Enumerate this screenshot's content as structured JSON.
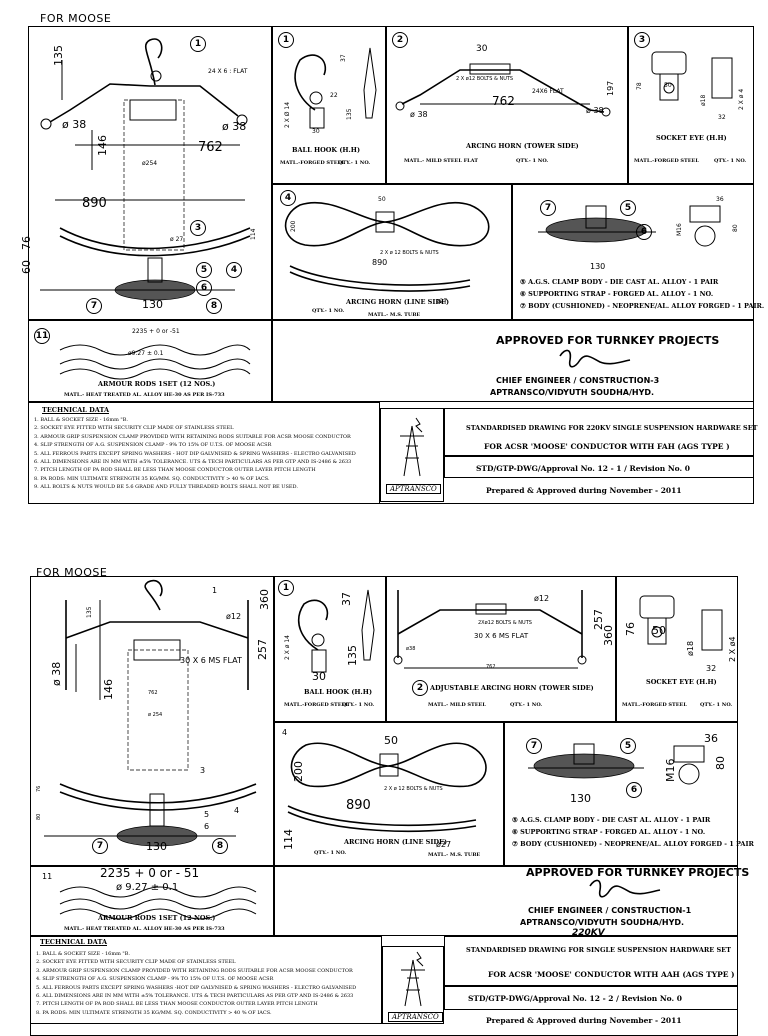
{
  "sheet1": {
    "title": "FOR MOOSE",
    "assembly_dims": {
      "a": "135",
      "b": "24 X 6  : FLAT",
      "c": "ø 38",
      "d": "ø 38",
      "e": "146",
      "f": "762",
      "g": "ø254",
      "h": "890",
      "i": "60",
      "j": "76",
      "k": "114",
      "l": "130",
      "m": "ø 27"
    },
    "ball_hook": {
      "num": "1",
      "dims": [
        "2 X Ø 14",
        "37",
        "135",
        "30",
        "22"
      ],
      "caption": "BALL HOOK (H.H)",
      "matl": "MATL.-FORGED STEEL",
      "qty": "QTY.- 1 NO."
    },
    "arcing_tower": {
      "num": "2",
      "dims": [
        "30",
        "2 X ø12 BOLTS & NUTS",
        "762",
        "24X6  FLAT",
        "197",
        "ø 38",
        "ø 38"
      ],
      "caption": "ARCING HORN (TOWER SIDE)",
      "matl": "MATL.- MILD STEEL FLAT",
      "qty": "QTY.- 1 NO."
    },
    "socket_eye": {
      "num": "3",
      "dims": [
        "78",
        "50",
        "ø18",
        "32",
        "2 X ø 4"
      ],
      "caption": "SOCKET EYE (H.H)",
      "matl": "MATL.-FORGED STEEL",
      "qty": "QTY.- 1 NO."
    },
    "arcing_line": {
      "num": "4",
      "dims": [
        "50",
        "200",
        "890",
        "2 X ø 12 BOLTS & NUTS",
        "ø27"
      ],
      "caption": "ARCING HORN (LINE SIDE)",
      "qty": "QTY.- 1 NO.",
      "matl": "MATL.- M.S. TUBE"
    },
    "clamp": {
      "dims": [
        "36",
        "M16",
        "80",
        "130"
      ],
      "items": [
        "⑤ A.G.S. CLAMP BODY - DIE CAST AL. ALLOY - 1 PAIR",
        "⑥ SUPPORTING STRAP - FORGED AL. ALLOY - 1 NO.",
        "⑦ BODY (CUSHIONED) - NEOPRENE/AL. ALLOY FORGED - 1 PAIR."
      ]
    },
    "armour": {
      "num": "11",
      "dim1": "2235 + 0  or  -51",
      "dim2": "ø9.27 ± 0.1",
      "caption": "ARMOUR RODS 1SET (12 NOS.)",
      "matl": "MATL.- HEAT TREATED AL. ALLOY HE-30 AS PER IS-733"
    },
    "approval": {
      "line1": "APPROVED FOR TURNKEY PROJECTS",
      "line2": "CHIEF ENGINEER / CONSTRUCTION-3",
      "line3": "APTRANSCO/VIDYUTH SOUDHA/HYD."
    },
    "technical": {
      "heading": "TECHNICAL DATA",
      "items": [
        "1. BALL & SOCKET SIZE - 16mm \"B.",
        "2. SOCKET EYE FITTED WITH SECURITY CLIP MADE OF STAINLESS STEEL",
        "3. ARMOUR GRIP SUSPENSION CLAMP PROVIDED WITH RETAINING RODS SUITABLE FOR ACSR MOOSE CONDUCTOR",
        "4. SLIP STRENGTH OF A.G. SUSPENSION CLAMP - 9% TO 15% OF U.T.S. OF MOOSE ACSR",
        "5. ALL FERROUS PARTS EXCEPT SPRING WASHERS - HOT DIP GALVNISED & SPRING WASHERS - ELECTRO GALVANISED",
        "6. ALL DIMENSIONS ARE IN MM WITH ±5% TOLERANCE. UTS & TECH PARTICULARS AS PER GTP AND IS-2486 & 2633",
        "7. PITCH LENGTH OF PA ROD SHALL BE LESS THAN MOOSE CONDUCTOR OUTER LAYER PITCH LENGTH",
        "8. PA RODS: MIN ULTIMATE STRENGTH 35 KG/MM. SQ. CONDUCTIVITY > 40 % OF IACS.",
        "9. ALL BOLTS & NUTS WOULD BE 5.6 GRADE AND FULLY THREADED BOLTS SHALL NOT BE USED."
      ]
    },
    "logo": "APTRANSCO",
    "std_line1": "STANDARDISED DRAWING FOR 220KV SINGLE SUSPENSION HARDWARE SET",
    "std_line2": "FOR ACSR 'MOOSE' CONDUCTOR WITH FAH (AGS TYPE )",
    "std_line3": "STD/GTP-DWG/Approval No.   12 - 1   / Revision No. 0",
    "std_line4": "Prepared & Approved during November - 2011"
  },
  "sheet2": {
    "title": "FOR MOOSE",
    "assembly_dims": {
      "a": "135",
      "b": "ø12",
      "c": "360",
      "d": "257",
      "e": "30 X 6 MS FLAT",
      "f": "ø 38",
      "g": "146",
      "h": "762",
      "i": "ø 254",
      "j": "76",
      "k": "80",
      "l": "130"
    },
    "ball_hook": {
      "dims": [
        "2 X ø 14",
        "37",
        "135",
        "30"
      ],
      "caption": "BALL HOOK (H.H)",
      "matl": "MATL.-FORGED STEEL",
      "qty": "QTY.- 1 NO."
    },
    "arcing_tower": {
      "num": "2",
      "dims": [
        "ø12",
        "2Xø12 BOLTS & NUTS",
        "30 X 6 MS FLAT",
        "257",
        "360",
        "ø38",
        "762"
      ],
      "caption": "ADJUSTABLE ARCING HORN (TOWER SIDE)",
      "matl": "MATL.- MILD STEEL",
      "qty": "QTY.- 1 NO."
    },
    "socket_eye": {
      "dims": [
        "76",
        "50",
        "ø18",
        "32",
        "2 X ø4"
      ],
      "caption": "SOCKET EYE (H.H)",
      "matl": "MATL.-FORGED STEEL",
      "qty": "QTY.- 1 NO."
    },
    "arcing_line": {
      "num": "4",
      "dims": [
        "50",
        "200",
        "890",
        "2 X ø 12 BOLTS & NUTS",
        "114",
        "ø27"
      ],
      "caption": "ARCING HORN (LINE SIDE)",
      "qty": "QTY.- 1 NO.",
      "matl": "MATL.- M.S. TUBE"
    },
    "clamp": {
      "dims": [
        "36",
        "M16",
        "80",
        "130"
      ],
      "items": [
        "⑤ A.G.S. CLAMP BODY - DIE CAST AL. ALLOY - 1 PAIR",
        "⑥ SUPPORTING STRAP - FORGED AL. ALLOY - 1 NO.",
        "⑦ BODY (CUSHIONED) - NEOPRENE/AL. ALLOY FORGED - 1 PAIR"
      ]
    },
    "armour": {
      "num": "11",
      "dim1": "2235 + 0  or  - 51",
      "dim2": "ø 9.27 ± 0.1",
      "caption": "ARMOUR RODS 1SET (12 NOS.)",
      "matl": "MATL.- HEAT TREATED AL. ALLOY HE-30 AS PER IS-733"
    },
    "approval": {
      "line1": "APPROVED FOR TURNKEY PROJECTS",
      "line2": "CHIEF ENGINEER / CONSTRUCTION-1",
      "line3": "APTRANSCO/VIDYUTH SOUDHA/HYD.",
      "handwritten": "220KV"
    },
    "technical": {
      "heading": "TECHNICAL DATA",
      "items": [
        "1. BALL & SOCKET SIZE - 16mm \"B.",
        "2. SOCKET EYE FITTED WITH SECURITY CLIP MADE OF STAINLESS STEEL",
        "3. ARMOUR GRIP SUSPENSION CLAMP PROVIDED WITH RETAINING RODS SUITABLE FOR ACSR MOOSE CONDUCTOR",
        "4. SLIP STRENGTH OF A.G. SUSPENSION CLAMP - 9% TO 15% OF U.T.S. OF MOOSE ACSR",
        "5. ALL FERROUS PARTS EXCEPT SPRING WASHERS -HOT DIP GALVNISED & SPRING WASHERS - ELECTRO GALVANISED",
        "6. ALL DIMENSIONS ARE IN MM WITH ±5% TOLERANCE. UTS & TECH PARTICULARS AS PER GTP AND IS-2486 & 2633",
        "7. PITCH LENGTH OF PA ROD SHALL BE LESS THAN MOOSE CONDUCTOR OUTER LAYER PITCH LENGTH",
        "8. PA RODS: MIN ULTIMATE STRENGTH 35 KG/MM. SQ. CONDUCTIVITY > 40 % OF IACS."
      ]
    },
    "logo": "APTRANSCO",
    "std_line1": "STANDARDISED DRAWING FOR SINGLE SUSPENSION HARDWARE SET",
    "std_line2": "FOR ACSR 'MOOSE' CONDUCTOR WITH AAH (AGS TYPE )",
    "std_line3": "STD/GTP-DWG/Approval No.   12 - 2   / Revision No. 0",
    "std_line4": "Prepared & Approved during November - 2011"
  }
}
